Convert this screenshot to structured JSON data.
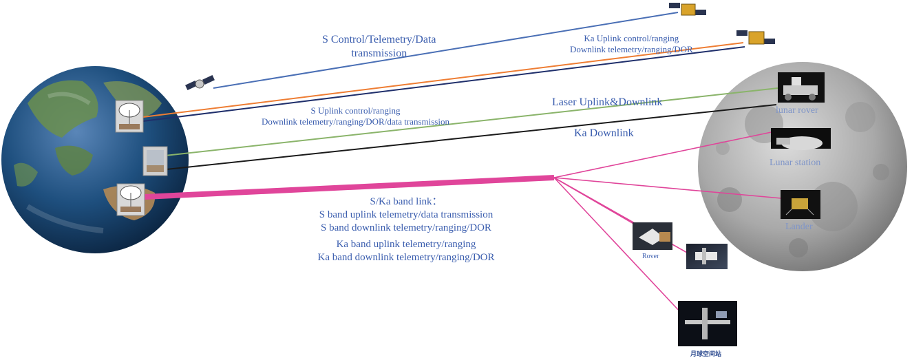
{
  "labels": {
    "s_control_line1": "S Control/Telemetry/Data",
    "s_control_line2": "transmission",
    "ka_uplink_line1": "Ka Uplink control/ranging",
    "ka_uplink_line2": "Downlink telemetry/ranging/DOR",
    "s_uplink_line1": "S Uplink control/ranging",
    "s_uplink_line2": "Downlink telemetry/ranging/DOR/data transmission",
    "laser_main": "Laser",
    "laser_sub": " Uplink&Downlink",
    "ka_down_main": "Ka",
    "ka_down_sub": " Downlink",
    "sk_title": "S/Ka band link：",
    "sk_line1": "S band  uplink telemetry/data transmission",
    "sk_line2": "S band downlink telemetry/ranging/DOR",
    "sk_line3": "Ka band uplink telemetry/ranging",
    "sk_line4": "Ka band downlink telemetry/ranging/DOR"
  },
  "moon_labels": {
    "lunar_rover": "lunar rover",
    "lunar_station": "Lunar station",
    "lander": "Lander"
  },
  "captions": {
    "rover": "Rover",
    "lunar_space_station": "月球空间站"
  },
  "colors": {
    "label_blue": "#3a5dae",
    "s_link": "#4a6fb5",
    "ka_orange": "#ee7d33",
    "ka_navy": "#1f2f6b",
    "laser_green": "#8ab46a",
    "ka_black": "#1a1a1a",
    "sk_magenta": "#e0459a"
  }
}
